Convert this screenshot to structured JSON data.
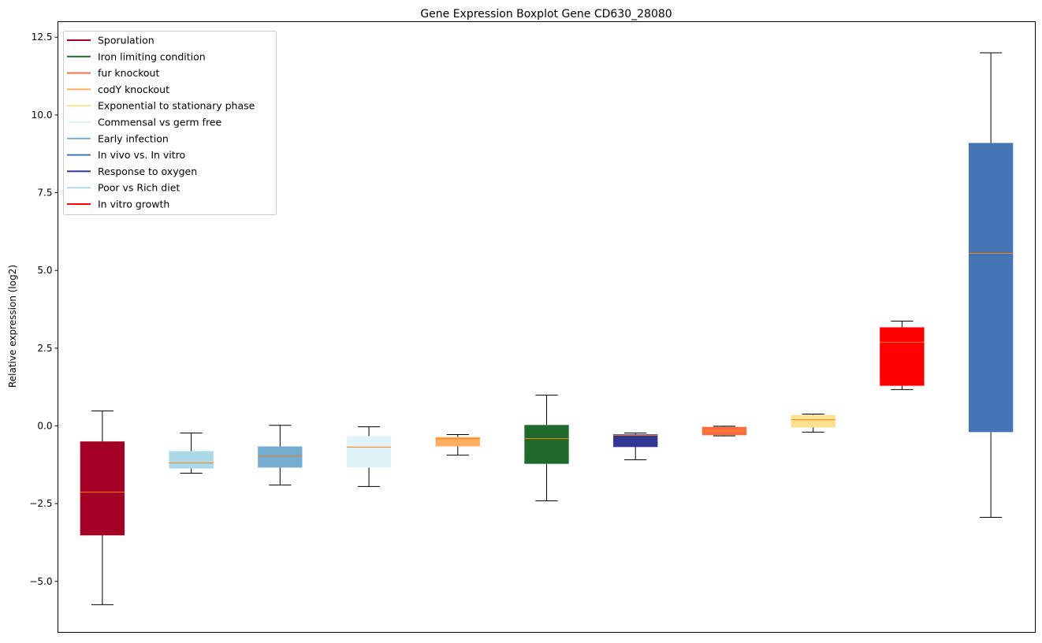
{
  "chart_data": {
    "type": "boxplot",
    "title": "Gene Expression Boxplot Gene CD630_28080",
    "xlabel": "",
    "ylabel": "Relative expression (log2)",
    "ylim": [
      -6.64,
      13.0
    ],
    "yticks": [
      -5.0,
      -2.5,
      0.0,
      2.5,
      5.0,
      7.5,
      10.0,
      12.5
    ],
    "ytick_labels": [
      "−5.0",
      "−2.5",
      "0.0",
      "2.5",
      "5.0",
      "7.5",
      "10.0",
      "12.5"
    ],
    "grid": false,
    "legend_position": "top-left",
    "median_color": "#ff7f0e",
    "legend": [
      {
        "label": "Sporulation",
        "color": "#a50026"
      },
      {
        "label": "Iron limiting condition",
        "color": "#216a2d"
      },
      {
        "label": "fur knockout",
        "color": "#f46d43"
      },
      {
        "label": "codY knockout",
        "color": "#fdae61"
      },
      {
        "label": "Exponential to stationary phase",
        "color": "#fee090"
      },
      {
        "label": "Commensal vs germ free",
        "color": "#e0f3f8"
      },
      {
        "label": "Early infection",
        "color": "#74add1"
      },
      {
        "label": "In vivo vs. In vitro",
        "color": "#4575b4"
      },
      {
        "label": "Response to oxygen",
        "color": "#313695"
      },
      {
        "label": "Poor vs Rich diet",
        "color": "#abd9e9"
      },
      {
        "label": "In vitro growth",
        "color": "#ff0000"
      }
    ],
    "boxes": [
      {
        "name": "Sporulation",
        "color": "#a50026",
        "whislo": -5.75,
        "q1": -3.52,
        "median": -2.13,
        "q3": -0.5,
        "whishi": 0.48
      },
      {
        "name": "Poor vs Rich diet",
        "color": "#abd9e9",
        "whislo": -1.52,
        "q1": -1.37,
        "median": -1.19,
        "q3": -0.81,
        "whishi": -0.23
      },
      {
        "name": "Early infection",
        "color": "#74add1",
        "whislo": -1.9,
        "q1": -1.34,
        "median": -0.96,
        "q3": -0.66,
        "whishi": 0.02
      },
      {
        "name": "Commensal vs germ free",
        "color": "#e0f3f8",
        "whislo": -1.95,
        "q1": -1.34,
        "median": -0.68,
        "q3": -0.33,
        "whishi": -0.03
      },
      {
        "name": "codY knockout",
        "color": "#fdae61",
        "whislo": -0.94,
        "q1": -0.66,
        "median": -0.41,
        "q3": -0.36,
        "whishi": -0.28
      },
      {
        "name": "Iron limiting condition",
        "color": "#216a2d",
        "whislo": -2.41,
        "q1": -1.22,
        "median": -0.41,
        "q3": 0.03,
        "whishi": 0.99
      },
      {
        "name": "Response to oxygen",
        "color": "#313695",
        "whislo": -1.09,
        "q1": -0.68,
        "median": -0.3,
        "q3": -0.27,
        "whishi": -0.23
      },
      {
        "name": "fur knockout",
        "color": "#f46d43",
        "whislo": -0.32,
        "q1": -0.3,
        "median": -0.15,
        "q3": -0.03,
        "whishi": -0.01
      },
      {
        "name": "Exponential to stationary phase",
        "color": "#fee090",
        "whislo": -0.2,
        "q1": -0.05,
        "median": 0.2,
        "q3": 0.35,
        "whishi": 0.38
      },
      {
        "name": "In vitro growth",
        "color": "#ff0000",
        "whislo": 1.17,
        "q1": 1.29,
        "median": 2.69,
        "q3": 3.17,
        "whishi": 3.37
      },
      {
        "name": "In vivo vs. In vitro",
        "color": "#4575b4",
        "whislo": -2.94,
        "q1": -0.2,
        "median": 5.55,
        "q3": 9.1,
        "whishi": 12.0
      }
    ]
  }
}
